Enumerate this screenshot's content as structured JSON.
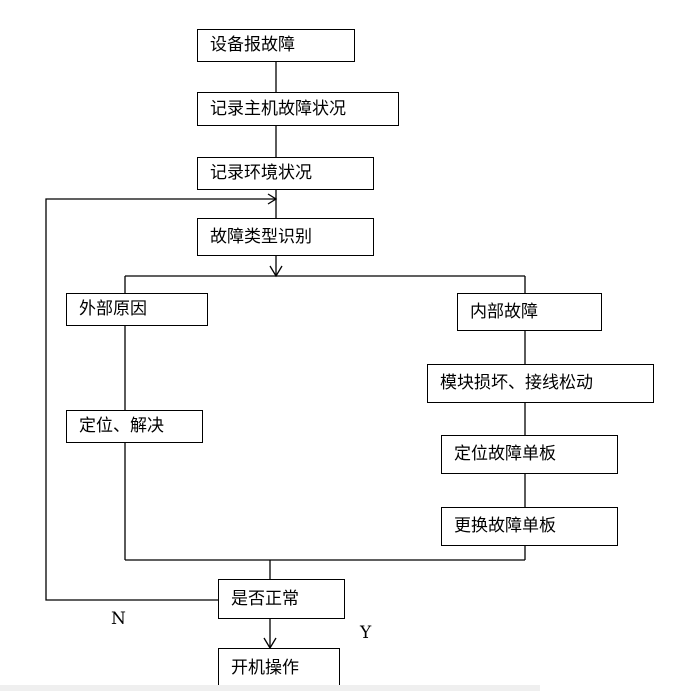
{
  "flowchart": {
    "nodes": {
      "device_report": "设备报故障",
      "record_host": "记录主机故障状况",
      "record_env": "记录环境状况",
      "fault_type": "故障类型识别",
      "external_cause": "外部原因",
      "internal_fault": "内部故障",
      "locate_resolve": "定位、解决",
      "module_damage": "模块损坏、接线松动",
      "locate_board": "定位故障单板",
      "replace_board": "更换故障单板",
      "is_normal": "是否正常",
      "boot": "开机操作"
    },
    "edge_labels": {
      "no": "N",
      "yes": "Y"
    }
  }
}
